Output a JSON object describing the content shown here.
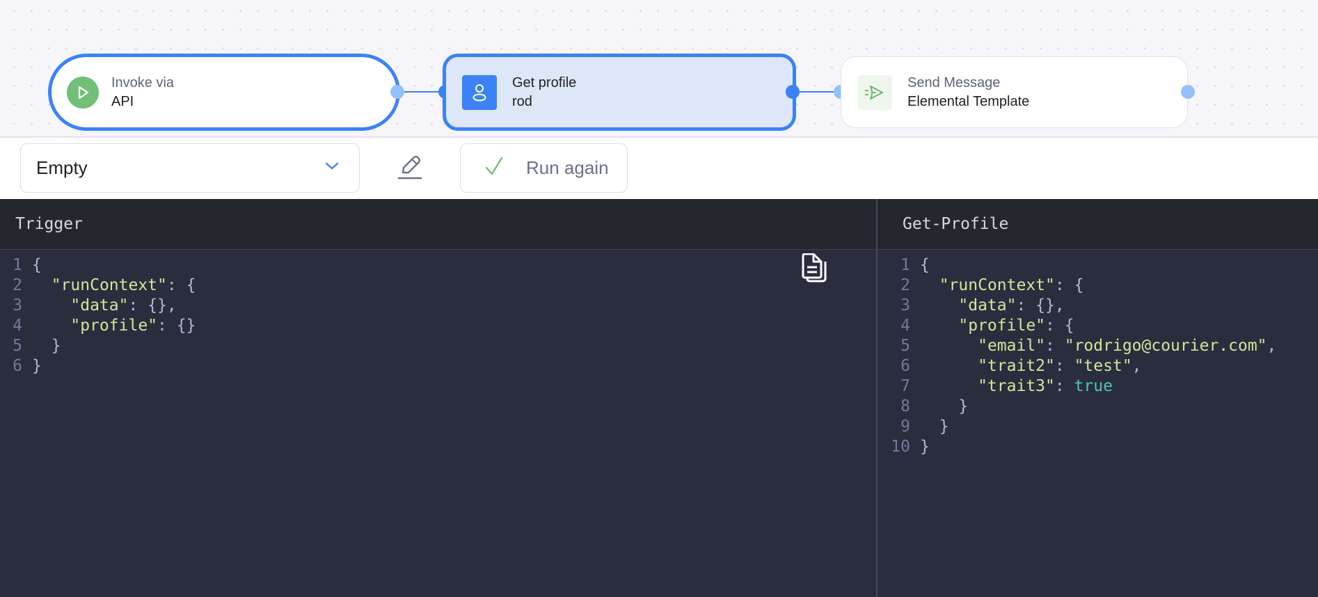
{
  "flow": {
    "nodes": [
      {
        "id": "invoke",
        "line1": "Invoke via",
        "line2": "API",
        "icon": "play-icon",
        "selected": true
      },
      {
        "id": "get-profile",
        "line1": "Get profile",
        "line2": "rod",
        "icon": "user-icon",
        "selected": true
      },
      {
        "id": "send-message",
        "line1": "Send Message",
        "line2": "Elemental Template",
        "icon": "send-icon",
        "selected": false
      }
    ],
    "colors": {
      "accent": "#3b82f6",
      "handle_light": "#93c0fb",
      "selected_bg": "#dde7f8",
      "success": "#72bf78"
    }
  },
  "toolbar": {
    "select_value": "Empty",
    "run_again_label": "Run again"
  },
  "panels": {
    "trigger": {
      "title": "Trigger",
      "lines": [
        {
          "n": "1",
          "tokens": [
            [
              "p",
              "{"
            ]
          ]
        },
        {
          "n": "2",
          "tokens": [
            [
              "p",
              "  "
            ],
            [
              "k",
              "\"runContext\""
            ],
            [
              "p",
              ": {"
            ]
          ]
        },
        {
          "n": "3",
          "tokens": [
            [
              "p",
              "    "
            ],
            [
              "k",
              "\"data\""
            ],
            [
              "p",
              ": {},"
            ]
          ]
        },
        {
          "n": "4",
          "tokens": [
            [
              "p",
              "    "
            ],
            [
              "k",
              "\"profile\""
            ],
            [
              "p",
              ": {}"
            ]
          ]
        },
        {
          "n": "5",
          "tokens": [
            [
              "p",
              "  }"
            ]
          ]
        },
        {
          "n": "6",
          "tokens": [
            [
              "p",
              "}"
            ]
          ]
        }
      ]
    },
    "get_profile": {
      "title": "Get-Profile",
      "lines": [
        {
          "n": "1",
          "tokens": [
            [
              "p",
              "{"
            ]
          ]
        },
        {
          "n": "2",
          "tokens": [
            [
              "p",
              "  "
            ],
            [
              "k",
              "\"runContext\""
            ],
            [
              "p",
              ": {"
            ]
          ]
        },
        {
          "n": "3",
          "tokens": [
            [
              "p",
              "    "
            ],
            [
              "k",
              "\"data\""
            ],
            [
              "p",
              ": {},"
            ]
          ]
        },
        {
          "n": "4",
          "tokens": [
            [
              "p",
              "    "
            ],
            [
              "k",
              "\"profile\""
            ],
            [
              "p",
              ": {"
            ]
          ]
        },
        {
          "n": "5",
          "tokens": [
            [
              "p",
              "      "
            ],
            [
              "k",
              "\"email\""
            ],
            [
              "p",
              ": "
            ],
            [
              "s",
              "\"rodrigo@courier.com\""
            ],
            [
              "p",
              ","
            ]
          ]
        },
        {
          "n": "6",
          "tokens": [
            [
              "p",
              "      "
            ],
            [
              "k",
              "\"trait2\""
            ],
            [
              "p",
              ": "
            ],
            [
              "s",
              "\"test\""
            ],
            [
              "p",
              ","
            ]
          ]
        },
        {
          "n": "7",
          "tokens": [
            [
              "p",
              "      "
            ],
            [
              "k",
              "\"trait3\""
            ],
            [
              "p",
              ": "
            ],
            [
              "b",
              "true"
            ]
          ]
        },
        {
          "n": "8",
          "tokens": [
            [
              "p",
              "    }"
            ]
          ]
        },
        {
          "n": "9",
          "tokens": [
            [
              "p",
              "  }"
            ]
          ]
        },
        {
          "n": "10",
          "tokens": [
            [
              "p",
              "}"
            ]
          ]
        }
      ]
    }
  }
}
